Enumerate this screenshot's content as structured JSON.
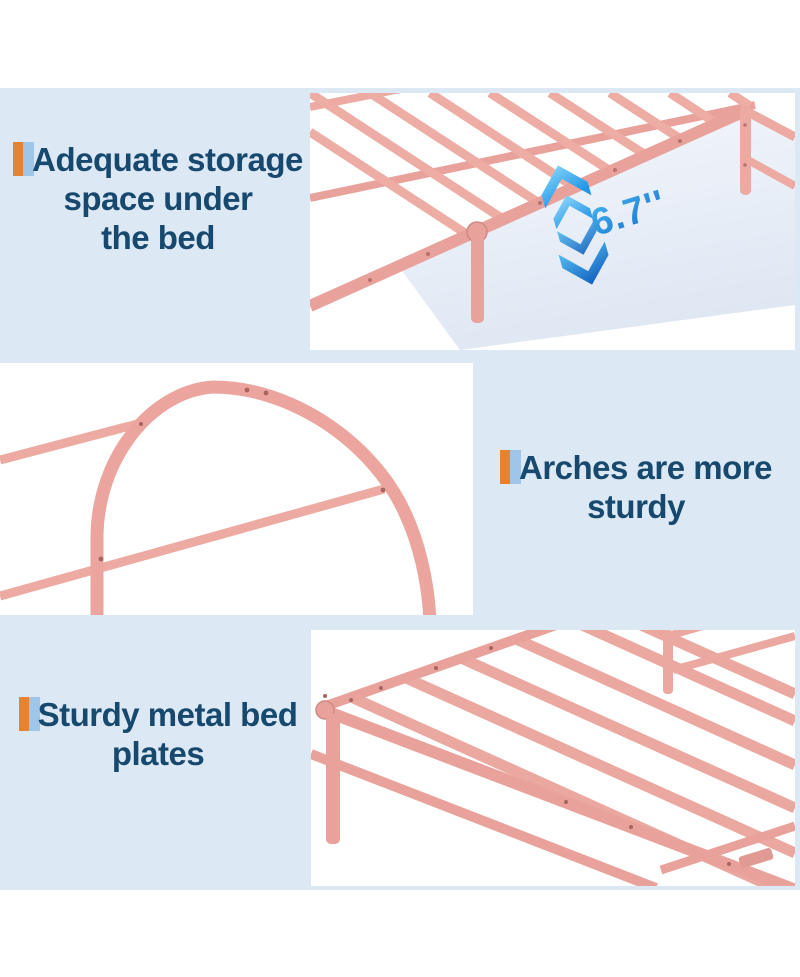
{
  "colors": {
    "canvas_blue": "#dce8f4",
    "title_navy": "#17496f",
    "marker_orange": "#e8822f",
    "marker_light_blue": "#9fc6e8",
    "frame_pink": "#ecaaa2",
    "frame_pink_dark": "#d9948d",
    "dimension_blue_light": "#7fd4f8",
    "dimension_blue_dark": "#1565c0"
  },
  "sections": [
    {
      "id": "storage",
      "title_lines": [
        "Adequate storage",
        "space under",
        "the bed"
      ],
      "dimension_label": "6.7''"
    },
    {
      "id": "arches",
      "title_lines": [
        "Arches are more",
        "sturdy"
      ]
    },
    {
      "id": "plates",
      "title_lines": [
        "Sturdy metal bed",
        "plates"
      ]
    }
  ]
}
